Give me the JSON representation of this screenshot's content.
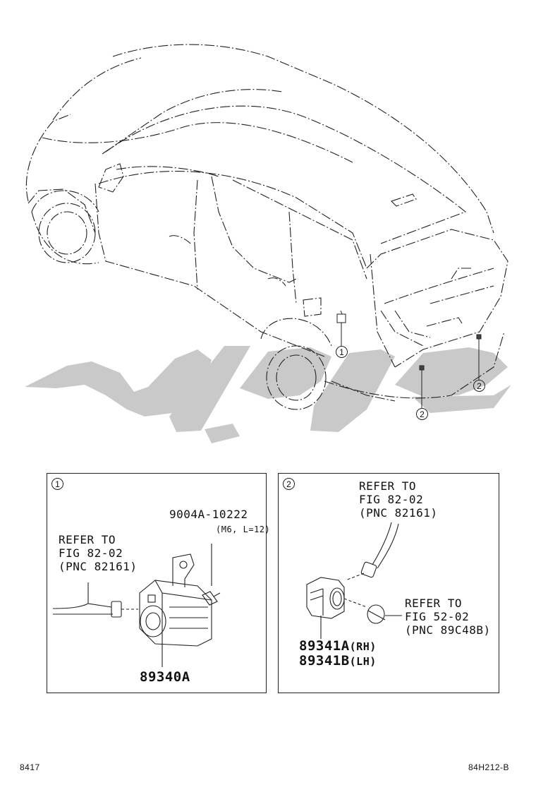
{
  "callouts": {
    "one": "1",
    "two": "2"
  },
  "panel_1": {
    "index": "1",
    "bolt_part": "9004A-10222",
    "bolt_spec": "(M6, L=12)",
    "refer_line1": "REFER TO",
    "refer_line2": "FIG 82-02",
    "refer_line3": "(PNC 82161)",
    "part_number": "89340A"
  },
  "panel_2": {
    "index": "2",
    "refer_a_line1": "REFER TO",
    "refer_a_line2": "FIG 82-02",
    "refer_a_line3": "(PNC 82161)",
    "refer_b_line1": "REFER TO",
    "refer_b_line2": "FIG 52-02",
    "refer_b_line3": "(PNC 89C48B)",
    "part_rh": "89341A",
    "part_rh_suffix": "(RH)",
    "part_lh": "89341B",
    "part_lh_suffix": "(LH)"
  },
  "footer": {
    "left": "8417",
    "right": "84H212-B"
  },
  "watermark_colors": {
    "fill": "#c9c9c9"
  }
}
